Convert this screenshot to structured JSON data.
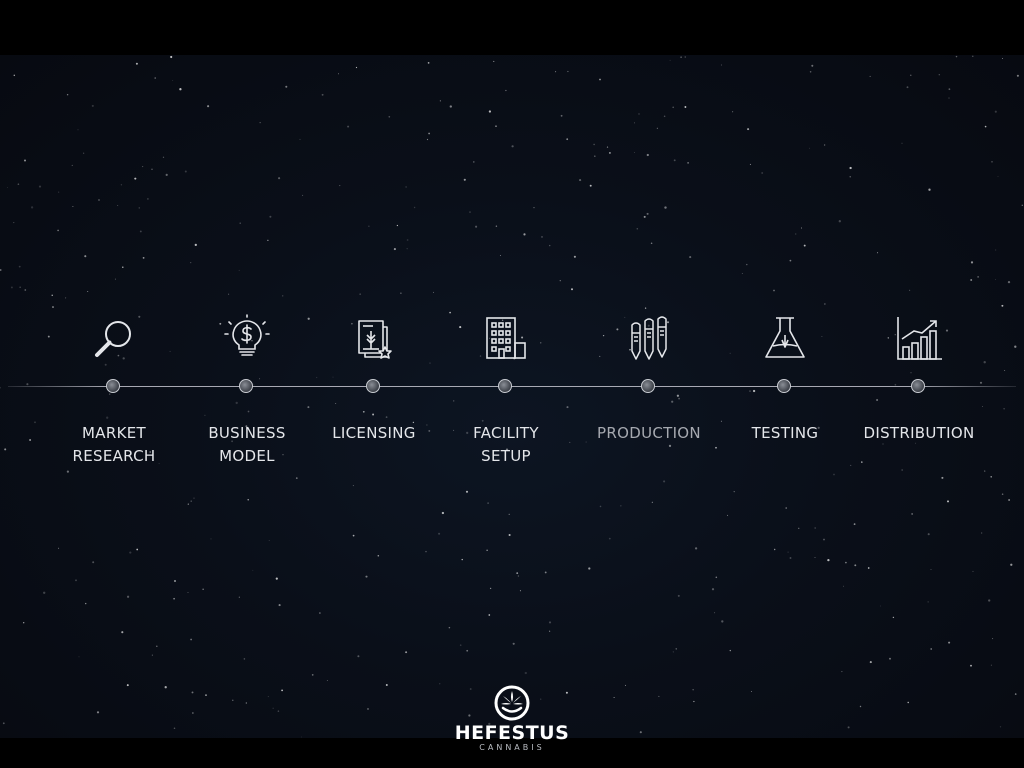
{
  "timeline": {
    "steps": [
      {
        "label": "MARKET\nRESEARCH",
        "icon": "magnifier-icon"
      },
      {
        "label": "BUSINESS\nMODEL",
        "icon": "lightbulb-dollar-icon"
      },
      {
        "label": "LICENSING",
        "icon": "license-document-icon"
      },
      {
        "label": "FACILITY\nSETUP",
        "icon": "building-icon"
      },
      {
        "label": "PRODUCTION",
        "icon": "vape-pens-icon"
      },
      {
        "label": "TESTING",
        "icon": "lab-flask-icon"
      },
      {
        "label": "DISTRIBUTION",
        "icon": "growth-chart-icon"
      }
    ]
  },
  "brand": {
    "name": "HEFESTUS",
    "subtitle": "CANNABIS",
    "logo": "cannabis-leaf-smile-logo"
  },
  "colors": {
    "background": "#0a0f19",
    "line": "#d8dae0",
    "text": "#e4e6ea"
  }
}
